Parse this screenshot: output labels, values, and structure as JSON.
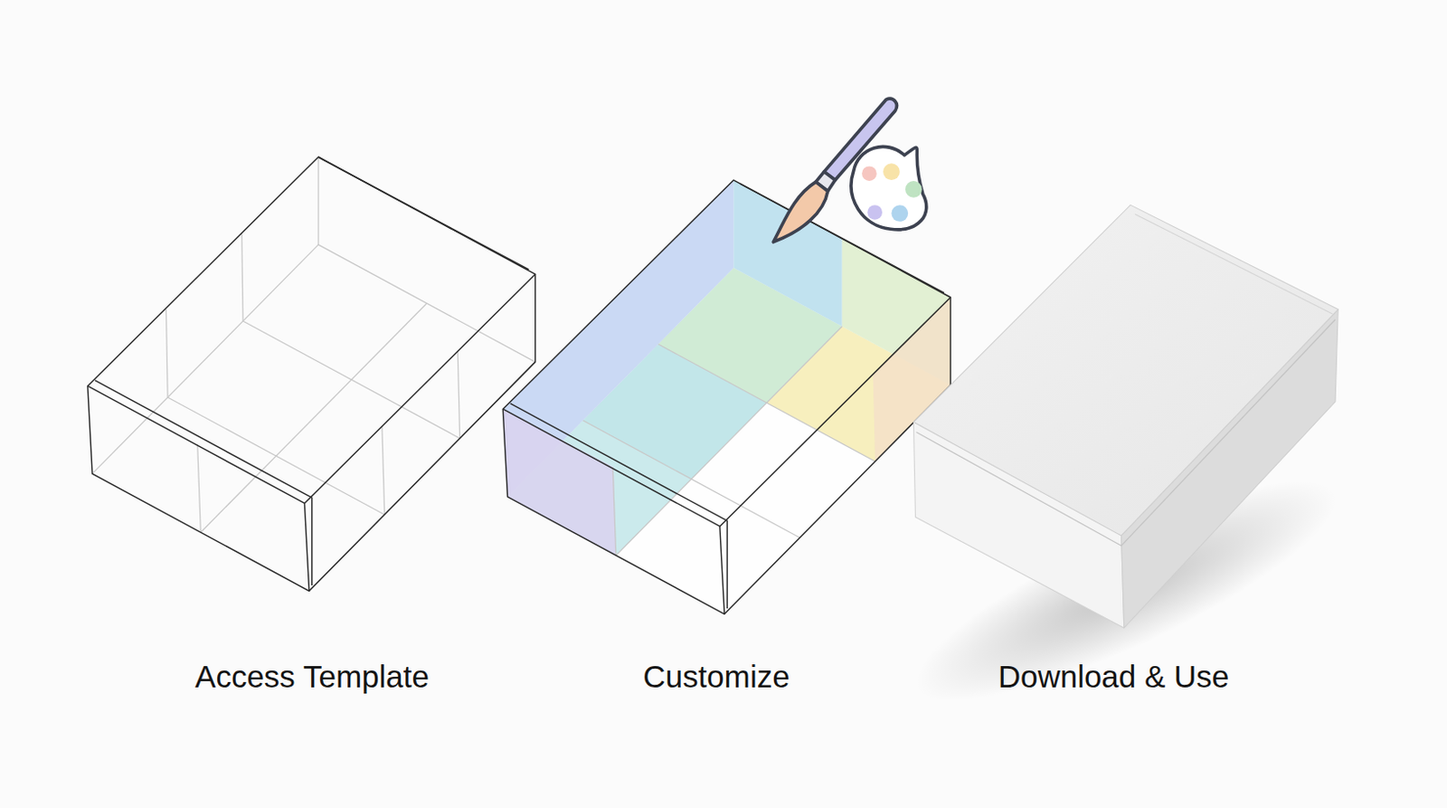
{
  "diagram": {
    "labels": [
      "Access Template",
      "Customize",
      "Download & Use"
    ]
  }
}
